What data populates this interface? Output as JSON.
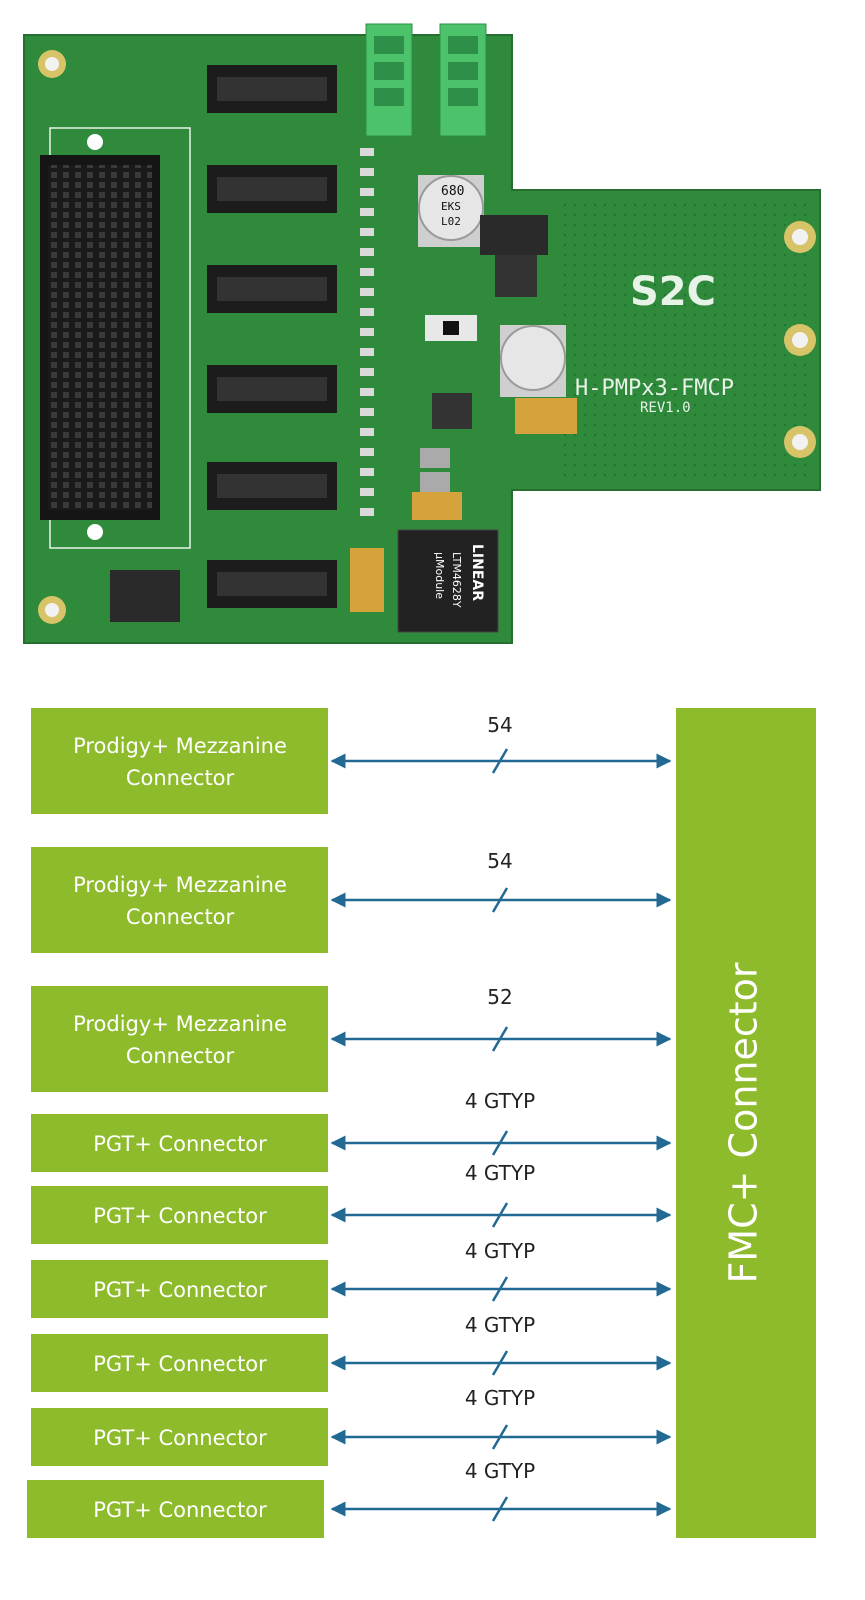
{
  "photo": {
    "board_name": "H-PMPx3-FMCP",
    "revision": "REV1.0",
    "brand": "S2C",
    "module_text": [
      "LINEAR",
      "LTM4628Y",
      "µModule"
    ],
    "capacitor_marking": [
      "680",
      "EKS",
      "L02"
    ],
    "colors": {
      "pcb": "#2f8a3c",
      "pcb_dark": "#1f6a2c",
      "terminal_block": "#4cc26a",
      "connector": "#222222",
      "silkscreen": "#ffffff"
    }
  },
  "diagram": {
    "colors": {
      "box_fill": "#8dbb2b",
      "arrow": "#226a93",
      "label_text": "#222222",
      "box_text": "#ffffff"
    },
    "fmc_connector_label": "FMC+ Connector",
    "connectors": [
      {
        "label_line1": "Prodigy+ Mezzanine",
        "label_line2": "Connector",
        "lanes": "54"
      },
      {
        "label_line1": "Prodigy+ Mezzanine",
        "label_line2": "Connector",
        "lanes": "54"
      },
      {
        "label_line1": "Prodigy+ Mezzanine",
        "label_line2": "Connector",
        "lanes": "52"
      },
      {
        "label_line1": "PGT+ Connector",
        "label_line2": "",
        "lanes": "4 GTYP"
      },
      {
        "label_line1": "PGT+ Connector",
        "label_line2": "",
        "lanes": "4 GTYP"
      },
      {
        "label_line1": "PGT+ Connector",
        "label_line2": "",
        "lanes": "4 GTYP"
      },
      {
        "label_line1": "PGT+ Connector",
        "label_line2": "",
        "lanes": "4 GTYP"
      },
      {
        "label_line1": "PGT+ Connector",
        "label_line2": "",
        "lanes": "4 GTYP"
      },
      {
        "label_line1": "PGT+ Connector",
        "label_line2": "",
        "lanes": "4 GTYP"
      }
    ]
  }
}
